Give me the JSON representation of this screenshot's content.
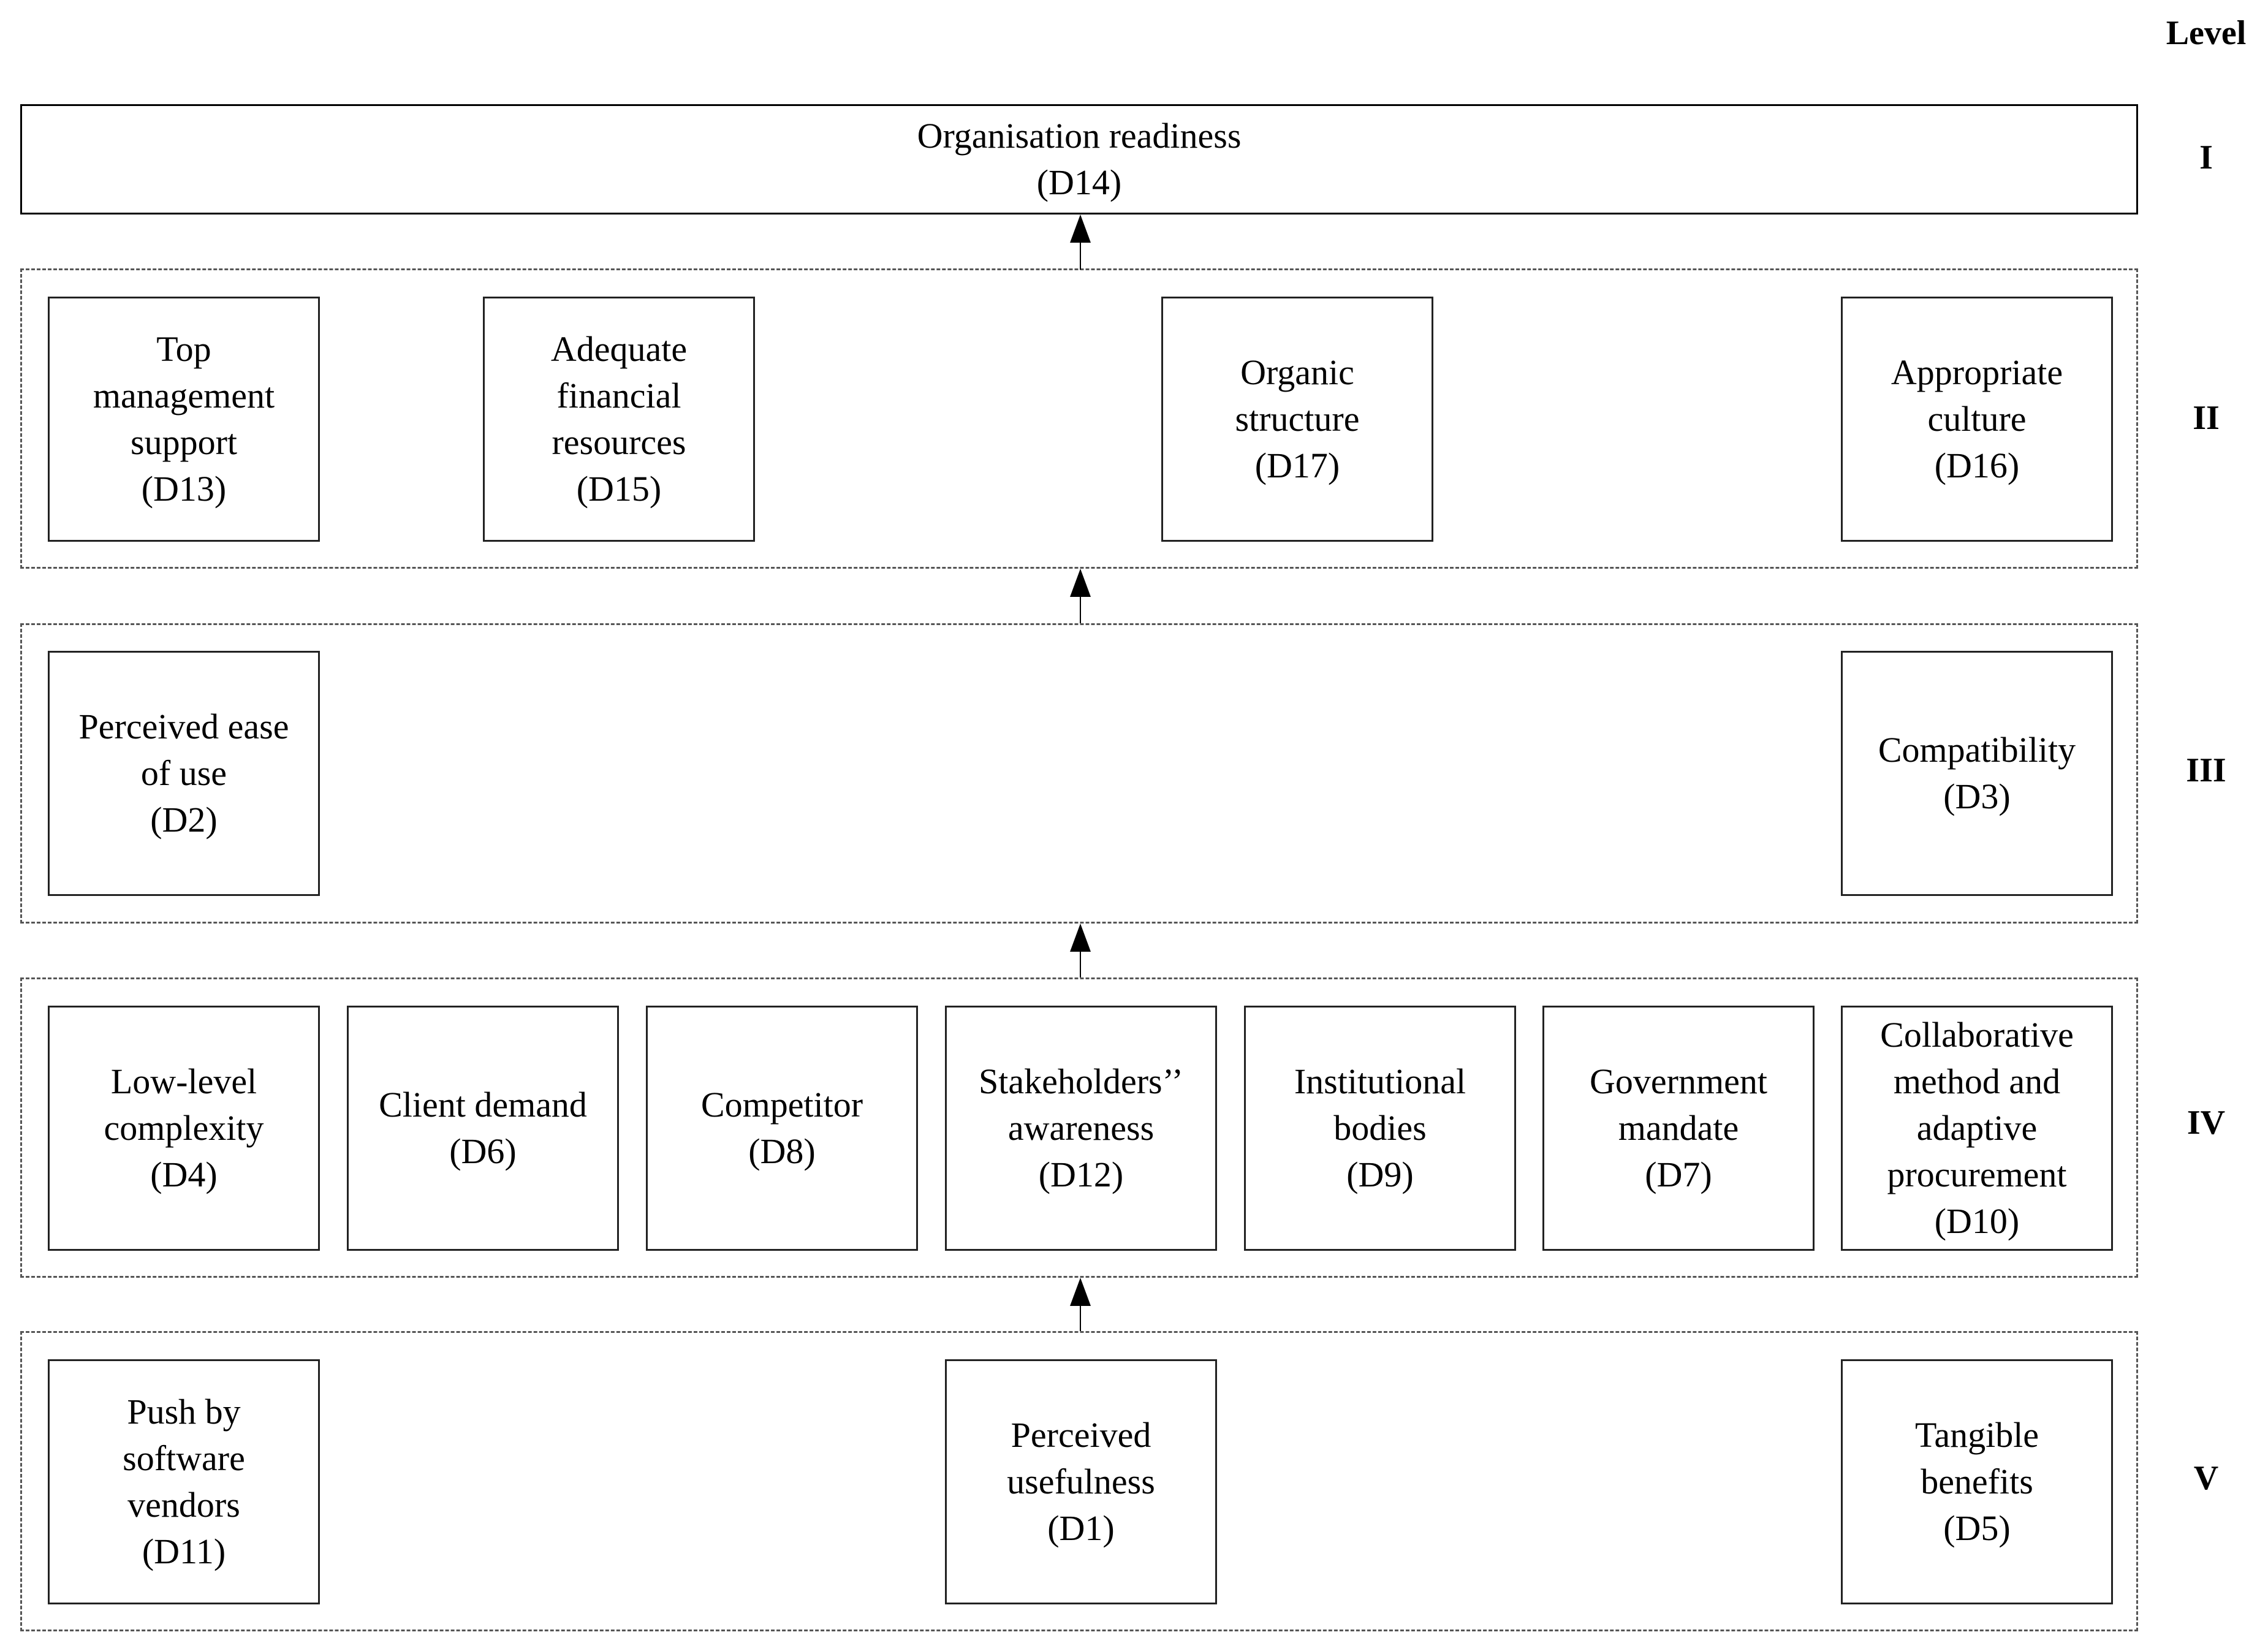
{
  "level_header": "Level",
  "levels": [
    {
      "numeral": "I"
    },
    {
      "numeral": "II"
    },
    {
      "numeral": "III"
    },
    {
      "numeral": "IV"
    },
    {
      "numeral": "V"
    }
  ],
  "top": {
    "label": "Organisation readiness",
    "code": "(D14)"
  },
  "level2": [
    {
      "lines": [
        "Top",
        "management",
        "support"
      ],
      "code": "(D13)"
    },
    {
      "lines": [
        "Adequate",
        "financial",
        "resources"
      ],
      "code": "(D15)"
    },
    {
      "lines": [
        "Organic",
        "structure"
      ],
      "code": "(D17)"
    },
    {
      "lines": [
        "Appropriate",
        "culture"
      ],
      "code": "(D16)"
    }
  ],
  "level3": [
    {
      "lines": [
        "Perceived ease",
        "of use"
      ],
      "code": "(D2)"
    },
    {
      "lines": [
        "Compatibility"
      ],
      "code": "(D3)"
    }
  ],
  "level4": [
    {
      "lines": [
        "Low-level",
        "complexity"
      ],
      "code": "(D4)"
    },
    {
      "lines": [
        "Client demand"
      ],
      "code": "(D6)"
    },
    {
      "lines": [
        "Competitor"
      ],
      "code": "(D8)"
    },
    {
      "lines": [
        "Stakeholders’’",
        "awareness"
      ],
      "code": "(D12)"
    },
    {
      "lines": [
        "Institutional",
        "bodies"
      ],
      "code": "(D9)"
    },
    {
      "lines": [
        "Government",
        "mandate"
      ],
      "code": "(D7)"
    },
    {
      "lines": [
        "Collaborative",
        "method and",
        "adaptive",
        "procurement"
      ],
      "code": "(D10)"
    }
  ],
  "level5": [
    {
      "lines": [
        "Push by",
        "software",
        "vendors"
      ],
      "code": "(D11)"
    },
    {
      "lines": [
        "Perceived",
        "usefulness"
      ],
      "code": "(D1)"
    },
    {
      "lines": [
        "Tangible",
        "benefits"
      ],
      "code": "(D5)"
    }
  ]
}
